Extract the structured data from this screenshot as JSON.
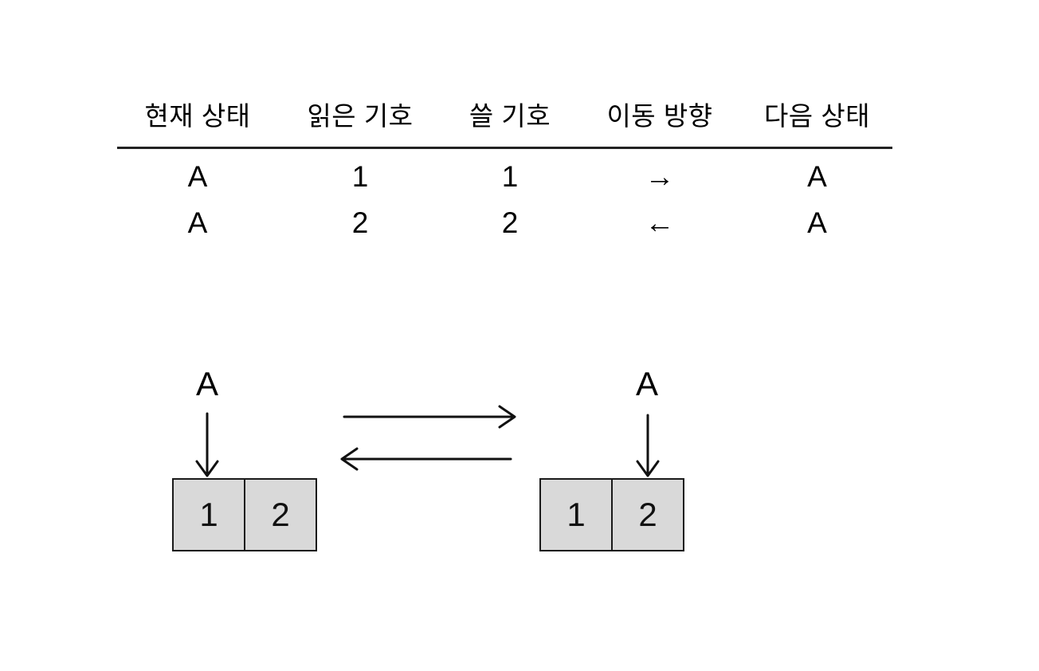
{
  "table": {
    "headers": [
      "현재 상태",
      "읽은 기호",
      "쓸 기호",
      "이동 방향",
      "다음 상태"
    ],
    "rows": [
      [
        "A",
        "1",
        "1",
        "→",
        "A"
      ],
      [
        "A",
        "2",
        "2",
        "←",
        "A"
      ]
    ]
  },
  "diagram": {
    "left_tape": {
      "head_label": "A",
      "head_cell_index": 0,
      "cells": [
        "1",
        "2"
      ]
    },
    "right_tape": {
      "head_label": "A",
      "head_cell_index": 1,
      "cells": [
        "1",
        "2"
      ]
    },
    "icons": {
      "forward_transition": "right-arrow",
      "backward_transition": "left-arrow",
      "head_pointer": "down-arrow"
    }
  },
  "colors": {
    "background": "#ffffff",
    "text": "#000000",
    "tape_cell_fill": "#d9d9d9",
    "tape_cell_border": "#1a1a1a",
    "arrow_stroke": "#111111",
    "header_rule": "#222222"
  }
}
